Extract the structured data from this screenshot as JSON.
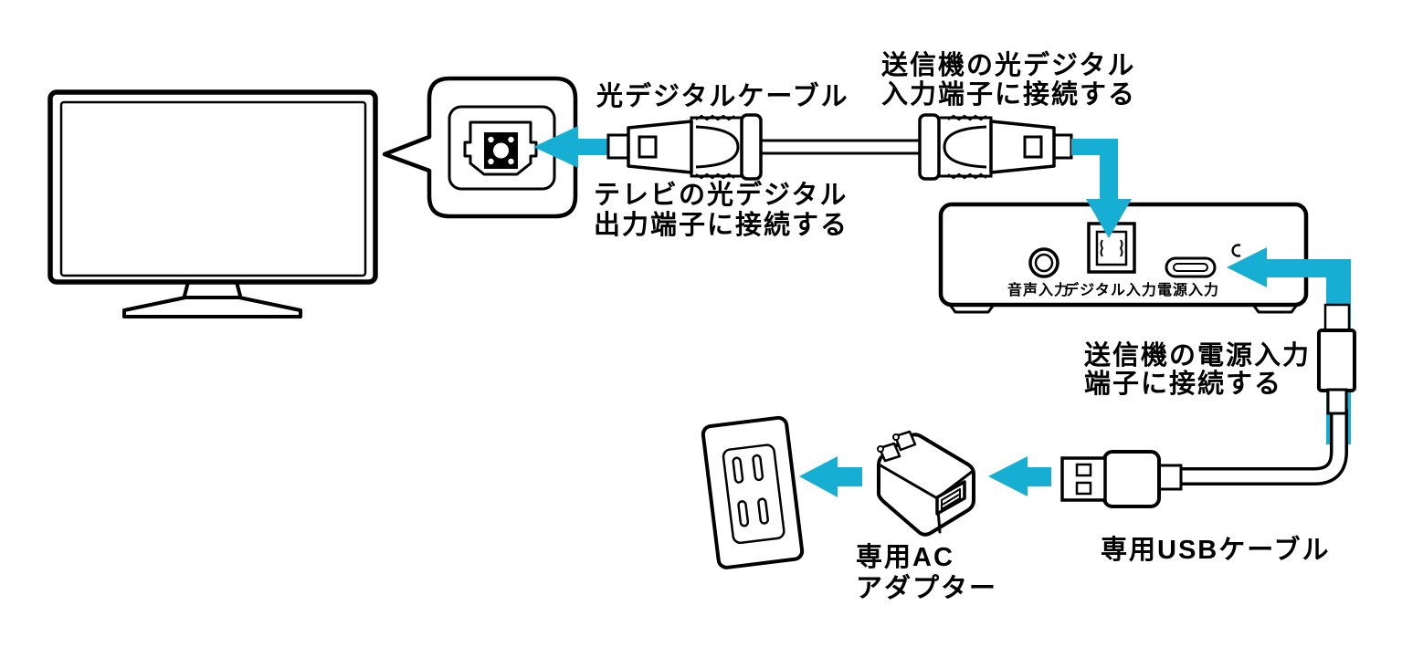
{
  "colors": {
    "arrow": "#17AED3",
    "outline": "#000000",
    "background": "#ffffff"
  },
  "labels": {
    "optical_cable": "光デジタルケーブル",
    "transmitter_optical_line1": "送信機の光デジタル",
    "transmitter_optical_line2": "入力端子に接続する",
    "tv_optical_line1": "テレビの光デジタル",
    "tv_optical_line2": "出力端子に接続する",
    "transmitter_power_line1": "送信機の電源入力",
    "transmitter_power_line2": "端子に接続する",
    "ac_adapter_line1": "専用AC",
    "ac_adapter_line2": "アダプター",
    "usb_cable": "専用USBケーブル"
  },
  "transmitter_ports": [
    {
      "label": "音声入力"
    },
    {
      "label": "デジタル入力"
    },
    {
      "label": "電源入力"
    }
  ]
}
